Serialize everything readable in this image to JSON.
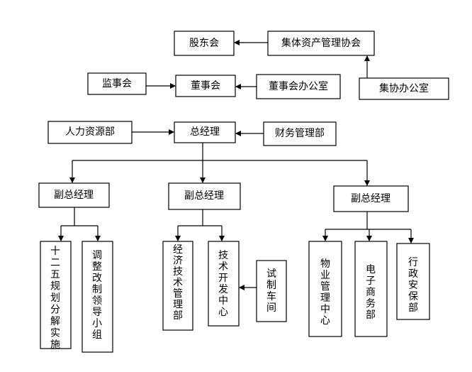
{
  "nodes": {
    "gudonghui": "股东会",
    "jiti": "集体资产管理协会",
    "jixie": "集协办公室",
    "jianshi": "监事会",
    "dongshi": "董事会",
    "dongban": "董事会办公室",
    "renli": "人力资源部",
    "zongjingli": "总经理",
    "caiwu": "财务管理部",
    "fu1": "副总经理",
    "fu2": "副总经理",
    "fu3": "副总经理",
    "shierwu": "十二五规划分解实施",
    "tiaozheng": "调整改制领导小组",
    "jingji": "经济技术管理部",
    "jishu": "技术开发中心",
    "shizhi": "试制车间",
    "wuye": "物业管理中心",
    "dianzi": "电子商务部",
    "xingzheng": "行政安保部"
  }
}
